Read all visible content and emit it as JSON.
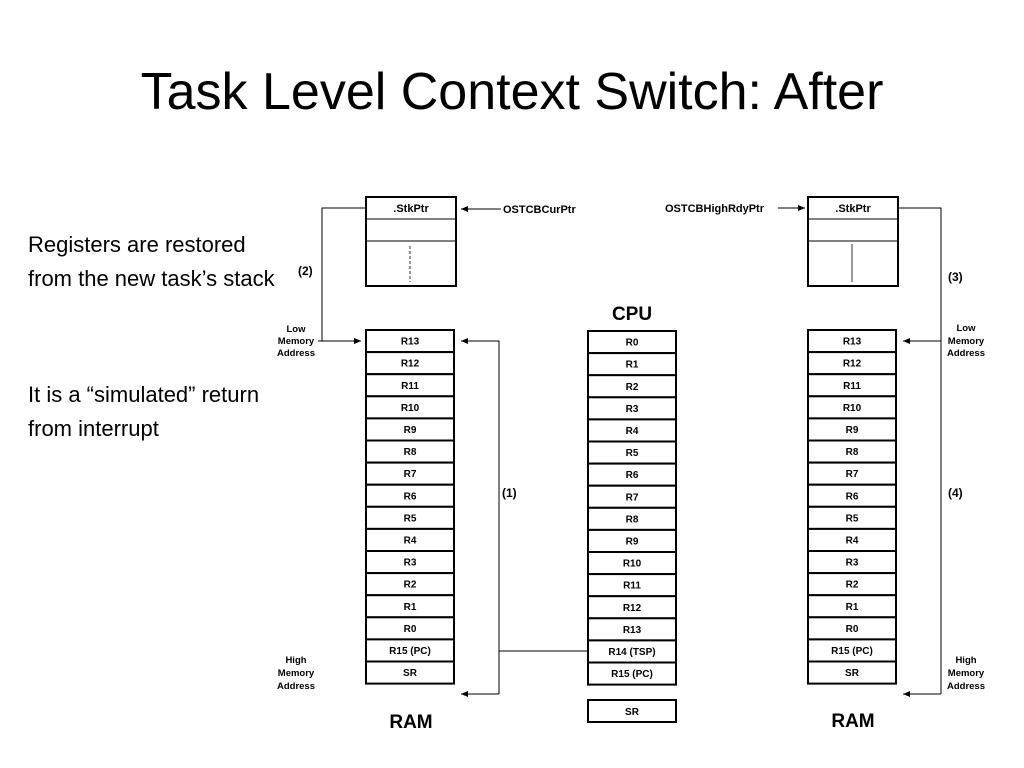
{
  "slide": {
    "title": "Task Level Context Switch: After",
    "bullets": [
      "Registers are restored from the new task’s stack",
      "It is a “simulated” return from interrupt"
    ]
  },
  "diagram": {
    "left_tcb_field": ".StkPtr",
    "right_tcb_field": ".StkPtr",
    "left_pointer": "OSTCBCurPtr",
    "right_pointer": "OSTCBHighRdyPtr",
    "cpu_label": "CPU",
    "ram_label": "RAM",
    "low_memory_address": [
      "Low",
      "Memory",
      "Address"
    ],
    "high_memory_address": [
      "High",
      "Memory",
      "Address"
    ],
    "step_1": "(1)",
    "step_2": "(2)",
    "step_3": "(3)",
    "step_4": "(4)",
    "stack_registers": [
      "R13",
      "R12",
      "R11",
      "R10",
      "R9",
      "R8",
      "R7",
      "R6",
      "R5",
      "R4",
      "R3",
      "R2",
      "R1",
      "R0",
      "R15 (PC)",
      "SR"
    ],
    "cpu_registers": [
      "R0",
      "R1",
      "R2",
      "R3",
      "R4",
      "R5",
      "R6",
      "R7",
      "R8",
      "R9",
      "R10",
      "R11",
      "R12",
      "R13",
      "R14 (TSP)",
      "R15 (PC)"
    ],
    "cpu_sr": "SR"
  }
}
